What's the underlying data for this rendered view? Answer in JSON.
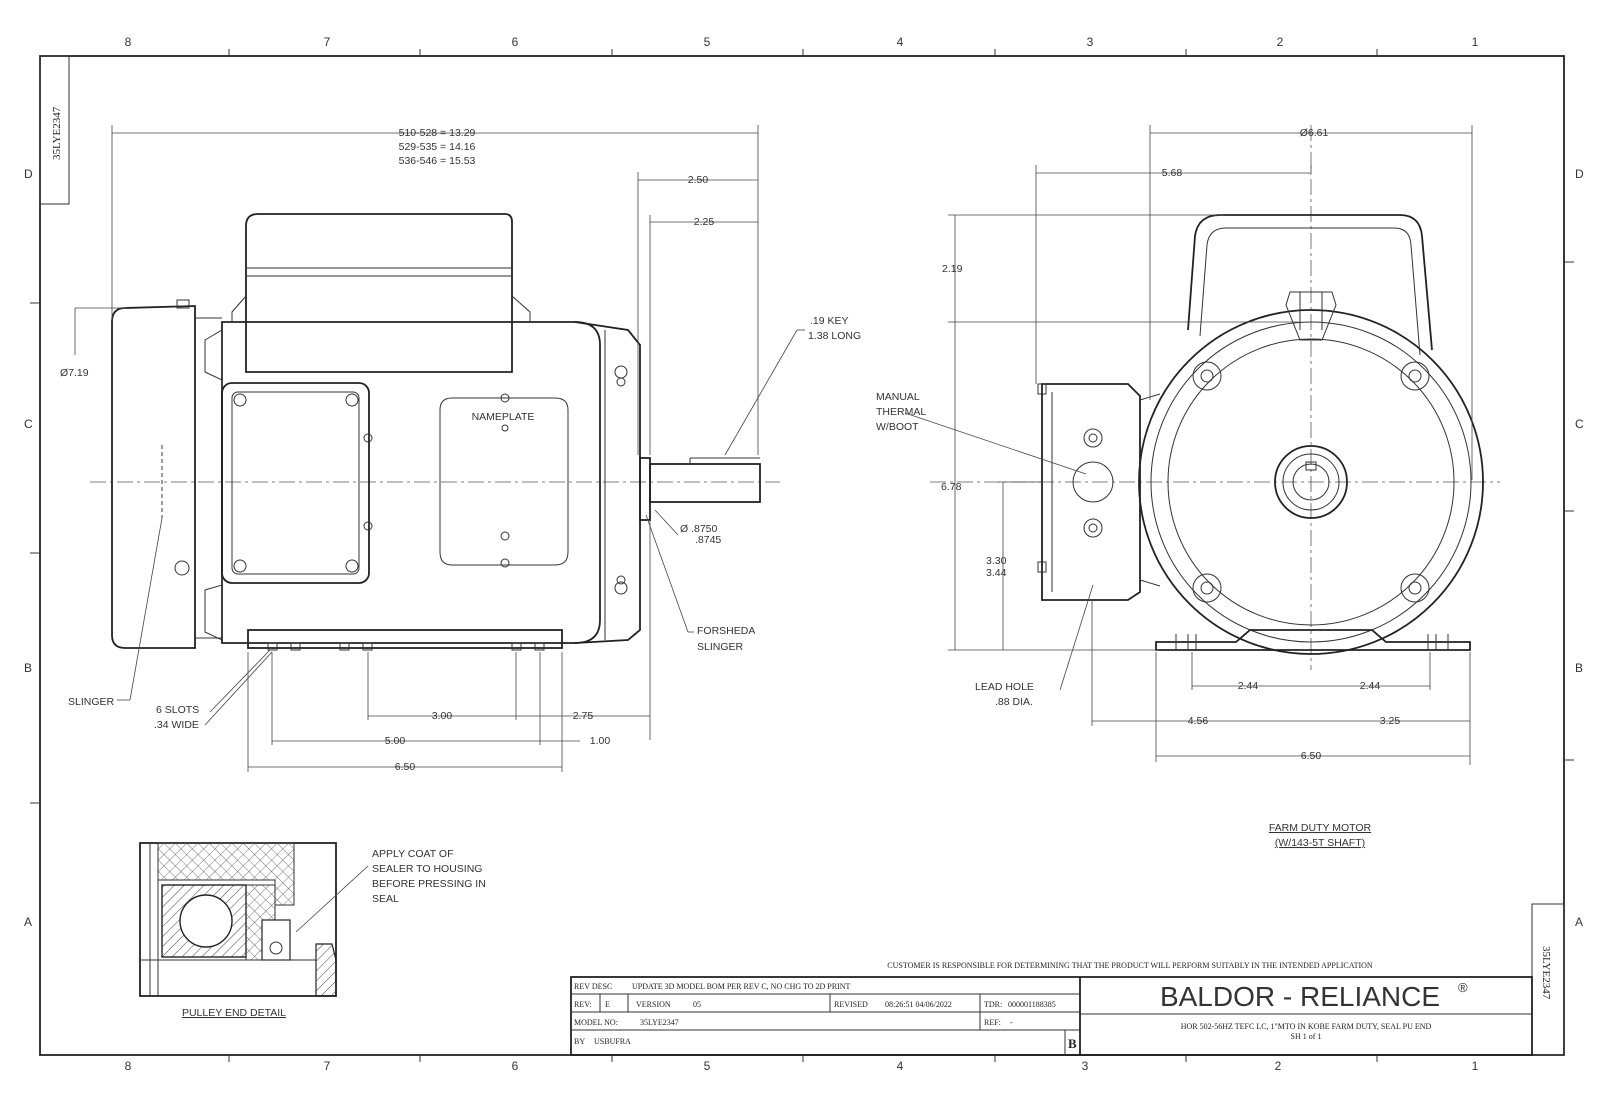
{
  "border": {
    "top_cols": [
      "8",
      "7",
      "6",
      "5",
      "4",
      "3",
      "2",
      "1"
    ],
    "bottom_cols": [
      "8",
      "7",
      "6",
      "5",
      "4",
      "3",
      "2",
      "1"
    ],
    "rows": [
      "D",
      "C",
      "B",
      "A"
    ]
  },
  "drawing_id": "35LYE2347",
  "side_view": {
    "overall_length_lines": [
      "510-528 = 13.29",
      "529-535 = 14.16",
      "536-546 = 15.53"
    ],
    "dim_2_50": "2.50",
    "dim_2_25": "2.25",
    "key_note": [
      ".19 KEY",
      "1.38 LONG"
    ],
    "dia_719": "Ø7.19",
    "nameplate": "NAMEPLATE",
    "shaft_dia": [
      "Ø .8750",
      ".8745"
    ],
    "forsheda": [
      "FORSHEDA",
      "SLINGER"
    ],
    "slinger": "SLINGER",
    "slots": [
      "6 SLOTS",
      ".34 WIDE"
    ],
    "dim_3_00": "3.00",
    "dim_2_75": "2.75",
    "dim_5_00": "5.00",
    "dim_1_00": "1.00",
    "dim_6_50": "6.50"
  },
  "end_view": {
    "dia_661": "Ø6.61",
    "dim_5_68": "5.68",
    "dim_2_19": "2.19",
    "dim_6_78": "6.78",
    "dim_3_30": "3.30",
    "dim_3_44": "3.44",
    "thermal": [
      "MANUAL",
      "THERMAL",
      "W/BOOT"
    ],
    "lead_hole": [
      "LEAD HOLE",
      ".88 DIA."
    ],
    "dim_2_44_left": "2.44",
    "dim_2_44_right": "2.44",
    "dim_4_56": "4.56",
    "dim_3_25": "3.25",
    "dim_6_50": "6.50"
  },
  "farm_note": [
    "FARM DUTY MOTOR",
    "(W/143-5T SHAFT)"
  ],
  "pulley_detail": {
    "title": "PULLEY END DETAIL",
    "note": [
      "APPLY COAT OF",
      "SEALER TO HOUSING",
      "BEFORE PRESSING IN",
      "SEAL"
    ]
  },
  "title_block": {
    "customer_note": "CUSTOMER IS RESPONSIBLE FOR DETERMINING THAT THE PRODUCT WILL PERFORM SUITABLY IN THE INTENDED APPLICATION",
    "rev_desc_label": "REV DESC",
    "rev_desc": "UPDATE 3D MODEL BOM PER REV C, NO CHG TO 2D PRINT",
    "rev_label": "REV:",
    "rev": "E",
    "version_label": "VERSION",
    "version": "05",
    "revised_label": "REVISED",
    "revised": "08:26:51 04/06/2022",
    "tdr_label": "TDR:",
    "tdr": "000001188385",
    "model_label": "MODEL NO:",
    "model": "35LYE2347",
    "ref_label": "REF:",
    "ref": "-",
    "by_label": "BY",
    "by": "USBUFRA",
    "size": "B",
    "brand": "BALDOR - RELIANCE",
    "reg_mark": "®",
    "description": "HOR 502-56HZ TEFC LC, 1\"MTO IN KOBE FARM DUTY, SEAL PU END",
    "sheet": "SH 1 of 1"
  }
}
